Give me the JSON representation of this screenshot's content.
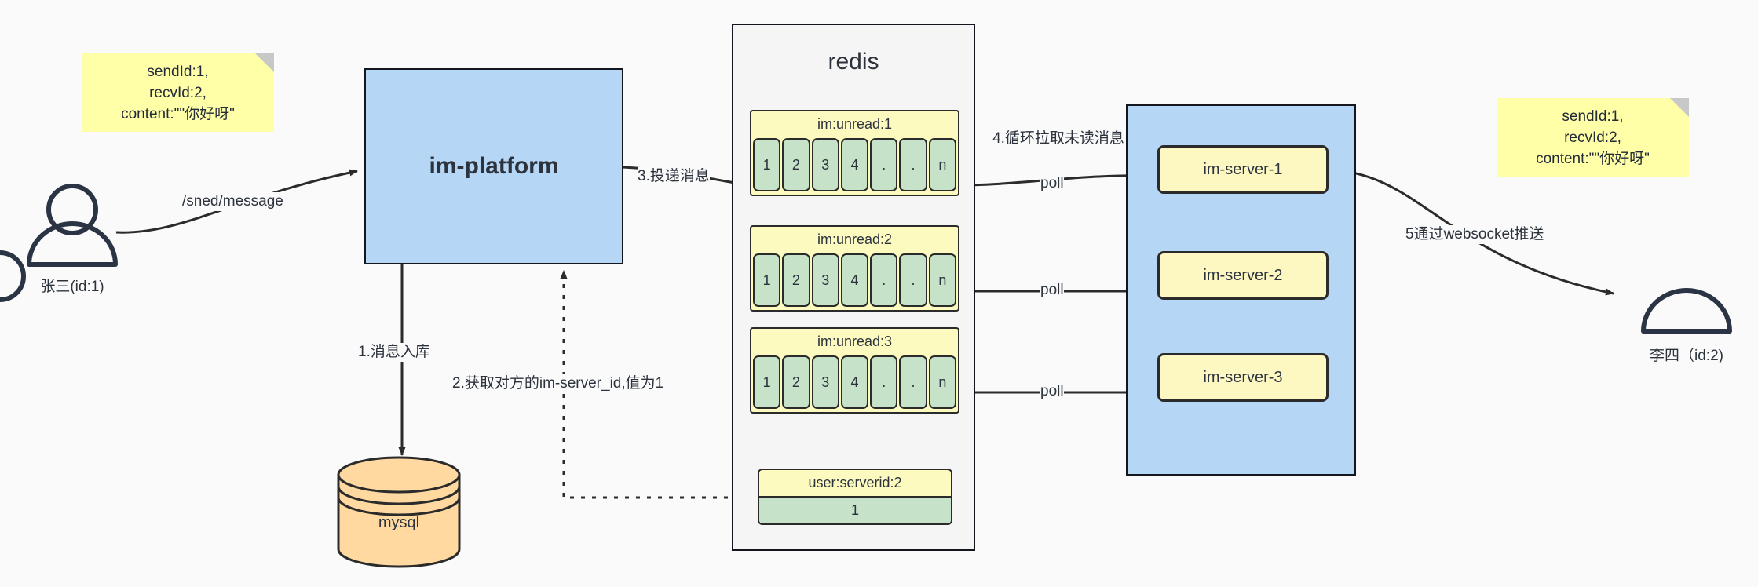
{
  "diagram": {
    "title": "IM message delivery architecture",
    "background": "#fafafa"
  },
  "colors": {
    "note": "#ffffa8",
    "blue_box": "#b5d7f5",
    "redis_bg": "#f5f5f5",
    "queue_header": "#fdfac0",
    "queue_cell": "#c6e3ca",
    "server_box": "#fdf8c2",
    "mysql": "#ffd9a0",
    "stroke": "#2b2b2b"
  },
  "actors": {
    "sender": {
      "label": "张三(id:1)",
      "icon": "user-icon"
    },
    "receiver": {
      "label": "李四（id:2)",
      "icon": "user-icon"
    }
  },
  "notes": {
    "left": {
      "lines": [
        "sendId:1,",
        "recvId:2,",
        "content:\"\"你好呀\""
      ]
    },
    "right": {
      "lines": [
        "sendId:1,",
        "recvId:2,",
        "content:\"\"你好呀\""
      ]
    }
  },
  "platform": {
    "title": "im-platform"
  },
  "database": {
    "label": "mysql"
  },
  "redis": {
    "title": "redis",
    "queues": [
      {
        "key": "im:unread:1",
        "cells": [
          "1",
          "2",
          "3",
          "4",
          ".",
          ".",
          "n"
        ]
      },
      {
        "key": "im:unread:2",
        "cells": [
          "1",
          "2",
          "3",
          "4",
          ".",
          ".",
          "n"
        ]
      },
      {
        "key": "im:unread:3",
        "cells": [
          "1",
          "2",
          "3",
          "4",
          ".",
          ".",
          "n"
        ]
      }
    ],
    "kv": {
      "key": "user:serverid:2",
      "value": "1"
    }
  },
  "server_cluster": {
    "servers": [
      {
        "label": "im-server-1"
      },
      {
        "label": "im-server-2"
      },
      {
        "label": "im-server-3"
      }
    ]
  },
  "edges": {
    "send_message": "/sned/message",
    "step1": "1.消息入库",
    "step2": "2.获取对方的im-server_id,值为1",
    "step3": "3.投递消息",
    "step4": "4.循环拉取未读消息",
    "step5": "5通过websocket推送",
    "poll1": "poll",
    "poll2": "poll",
    "poll3": "poll"
  }
}
